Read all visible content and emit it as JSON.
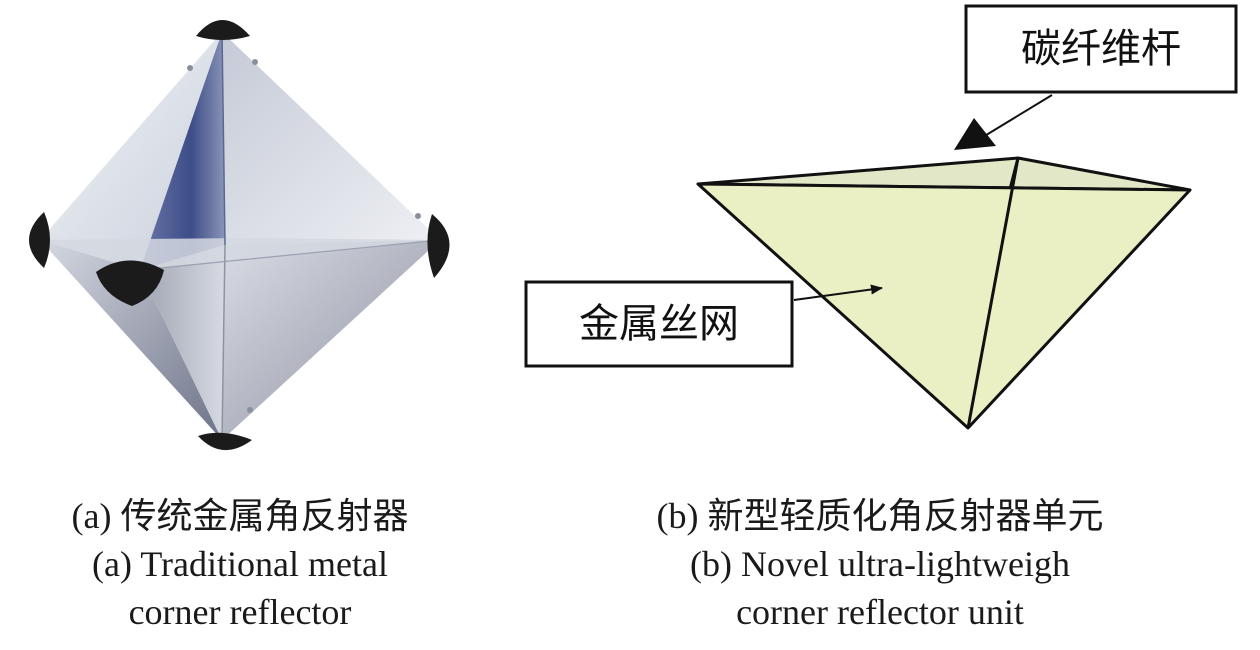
{
  "labels": {
    "carbon_rod": "碳纤维杆",
    "metal_mesh": "金属丝网"
  },
  "captions": {
    "a_cn": "(a) 传统金属角反射器",
    "a_en_line1": "(a) Traditional metal",
    "a_en_line2": "corner reflector",
    "b_cn": "(b) 新型轻质化角反射器单元",
    "b_en_line1": "(b) Novel ultra-lightweigh",
    "b_en_line2": "corner reflector unit"
  },
  "colors": {
    "mesh_fill": "#eaefc4",
    "mesh_fill_top": "#e2e7c8",
    "metal_light": "#e8ebf0",
    "metal_mid": "#aab4c8",
    "metal_dark": "#3a4a82",
    "cap_black": "#1b1b1b",
    "line": "#111111"
  }
}
